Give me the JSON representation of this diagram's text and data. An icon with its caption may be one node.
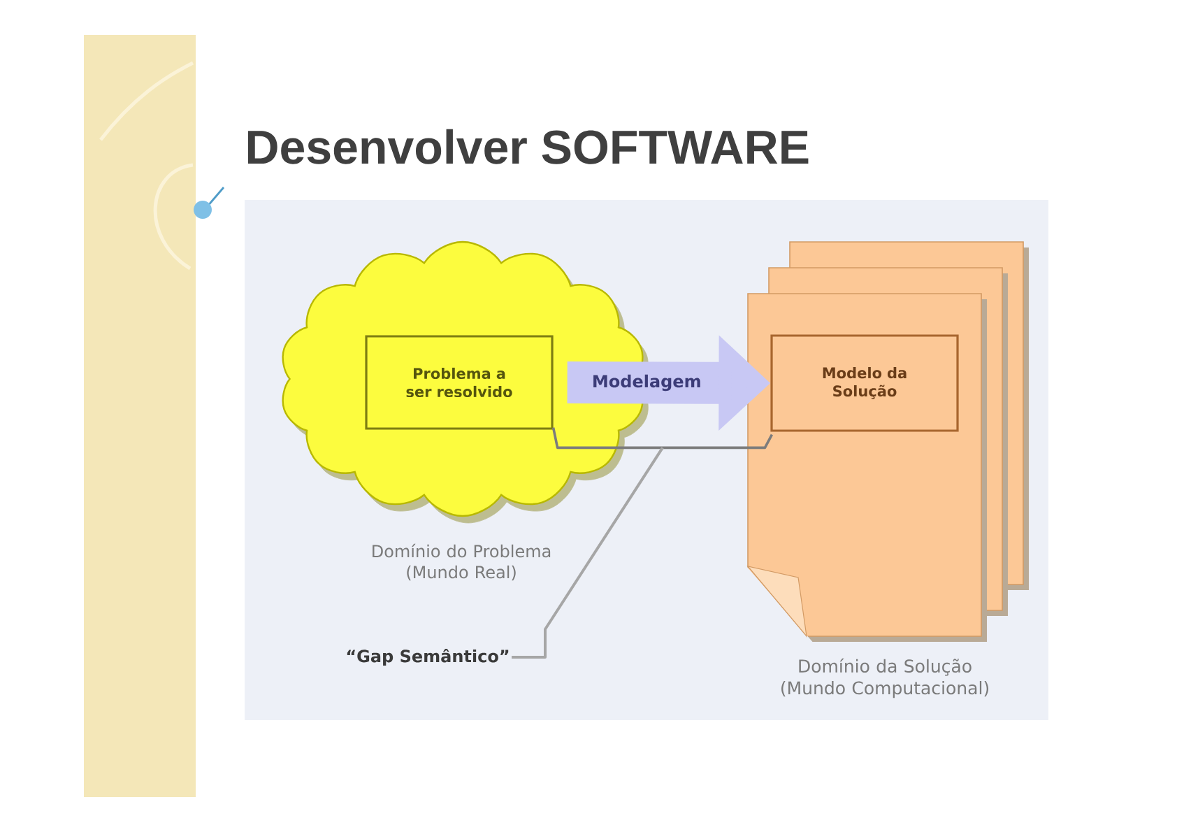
{
  "diagram": {
    "title": "Desenvolver SOFTWARE",
    "nodes": [
      {
        "text": [],
        "shape": "cloud",
        "beside": [
          "Domínio do Problema (Mundo Real)"
        ]
      },
      {
        "text": [
          "Problema a ser resolvido"
        ],
        "in": 0
      },
      {
        "text": [],
        "shape": "document",
        "beside": [
          "Domínio da Solução (Mundo Computacional)"
        ]
      },
      {
        "text": [
          "Modelo da Solução"
        ],
        "in": 2
      },
      {
        "text": [
          "“Gap Semântico”"
        ]
      },
      {
        "text": [],
        "shape": "bar"
      }
    ],
    "edges": [
      {
        "from": 1,
        "to": 3,
        "arrow": "to",
        "label": "Modelagem",
        "style": "thick",
        "color": "#c8c8f4"
      },
      {
        "from": 4,
        "to": 5,
        "arrow": "none"
      }
    ]
  }
}
